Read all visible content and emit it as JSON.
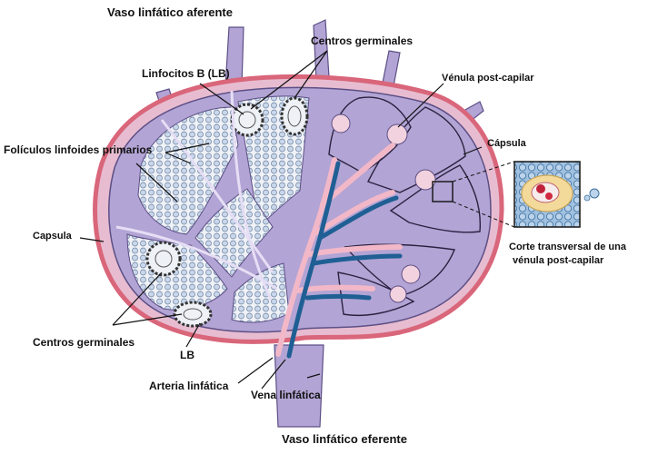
{
  "labels": {
    "vaso_aferente": "Vaso linfático  aferente",
    "centros_germinales_top": "Centros germinales",
    "linfocitos_b": "Linfocitos B (LB)",
    "venula_post_capilar": "Vénula post-capilar",
    "capsula_right": "Cápsula",
    "foliculos": "Folículos linfoides primarios",
    "capsula_left": "Capsula",
    "corte_line1": "Corte transversal de una",
    "corte_line2": "vénula post-capilar",
    "centros_germinales_bottom": "Centros germinales",
    "lb": "LB",
    "arteria": "Arteria linfática",
    "vena": "Vena linfática",
    "vaso_eferente": "Vaso  linfático  eferente"
  },
  "colors": {
    "node_fill": "#b2a4d4",
    "node_stroke": "#5d4f86",
    "capsule_outer": "#d9667a",
    "capsule_inner": "#e7bcd0",
    "artery": "#f2b8c8",
    "vein": "#1f5f94",
    "follicle": "#eef1f6",
    "cell": "#c9d7ea",
    "inset_bg": "#9fc0e0"
  }
}
